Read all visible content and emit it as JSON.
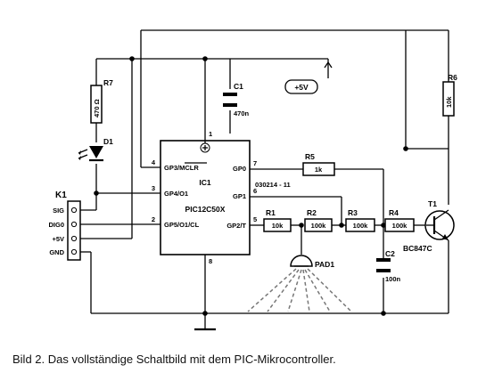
{
  "components": {
    "r7": {
      "name": "R7",
      "value": "470 Ω"
    },
    "d1": {
      "name": "D1"
    },
    "k1": {
      "name": "K1",
      "pins": [
        "SIG",
        "DIG0",
        "+5V",
        "GND"
      ]
    },
    "c1": {
      "name": "C1",
      "value": "470n"
    },
    "ic1": {
      "name": "IC1",
      "type": "PIC12C50X",
      "code": "030214 - 11",
      "left_pins": [
        {
          "num": "4",
          "label": "GP3/MCLR"
        },
        {
          "num": "3",
          "label": "GP4/O1"
        },
        {
          "num": "2",
          "label": "GP5/O1/CL"
        }
      ],
      "right_pins": [
        {
          "num": "7",
          "label": "GP0"
        },
        {
          "num": "6",
          "label": "GP1"
        },
        {
          "num": "5",
          "label": "GP2/T"
        }
      ],
      "top_pin": "1",
      "bottom_pin": "8"
    },
    "r5": {
      "name": "R5",
      "value": "1k"
    },
    "r1": {
      "name": "R1",
      "value": "10k"
    },
    "r2": {
      "name": "R2",
      "value": "100k"
    },
    "r3": {
      "name": "R3",
      "value": "100k"
    },
    "r4": {
      "name": "R4",
      "value": "100k"
    },
    "r6": {
      "name": "R6",
      "value": "10k"
    },
    "c2": {
      "name": "C2",
      "value": "100n"
    },
    "t1": {
      "name": "T1",
      "type": "BC847C"
    },
    "pad1": {
      "name": "PAD1"
    },
    "supply": {
      "label": "+5V"
    }
  },
  "caption": "Bild 2. Das vollständige Schaltbild mit dem PIC-Mikrocontroller."
}
